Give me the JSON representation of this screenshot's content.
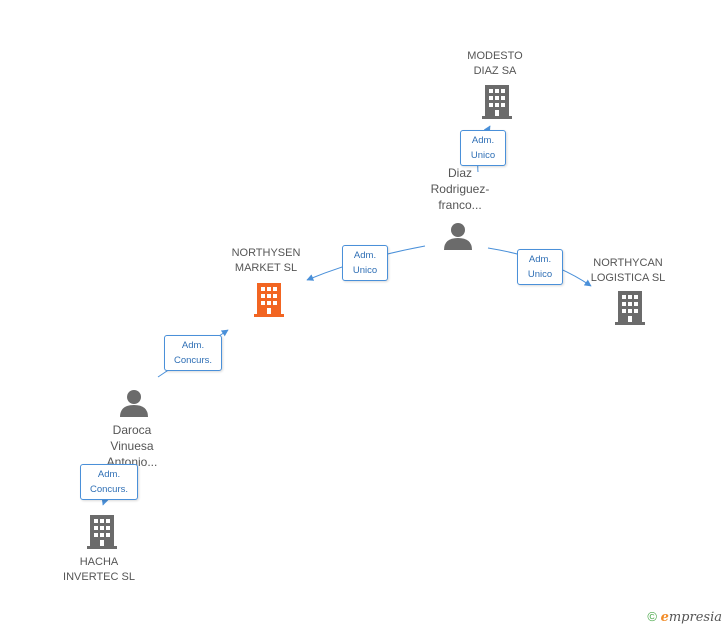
{
  "colors": {
    "edge": "#4a90d9",
    "building": "#6b6b6b",
    "highlight": "#f26522",
    "person": "#6b6b6b"
  },
  "companies": {
    "modesto": {
      "name": "MODESTO\nDIAZ SA",
      "icon": "building-icon"
    },
    "northysen": {
      "name": "NORTHYSEN\nMARKET SL",
      "icon": "building-icon",
      "highlighted": true
    },
    "northycan": {
      "name": "NORTHYCAN\nLOGISTICA SL",
      "icon": "building-icon"
    },
    "hacha": {
      "name": "HACHA\nINVERTEC SL",
      "icon": "building-icon"
    }
  },
  "persons": {
    "diaz": {
      "name": "Diaz\nRodriguez-\nfranco...",
      "icon": "person-icon"
    },
    "daroca": {
      "name": "Daroca\nVinuesa\nAntonio...",
      "icon": "person-icon"
    }
  },
  "edges": {
    "diaz_modesto": "Adm.\nUnico",
    "diaz_northysen": "Adm.\nUnico",
    "diaz_northycan": "Adm.\nUnico",
    "daroca_northysen": "Adm.\nConcurs.",
    "daroca_hacha": "Adm.\nConcurs."
  },
  "footer": {
    "copyright": "©",
    "brand_first": "e",
    "brand_rest": "mpresia"
  }
}
